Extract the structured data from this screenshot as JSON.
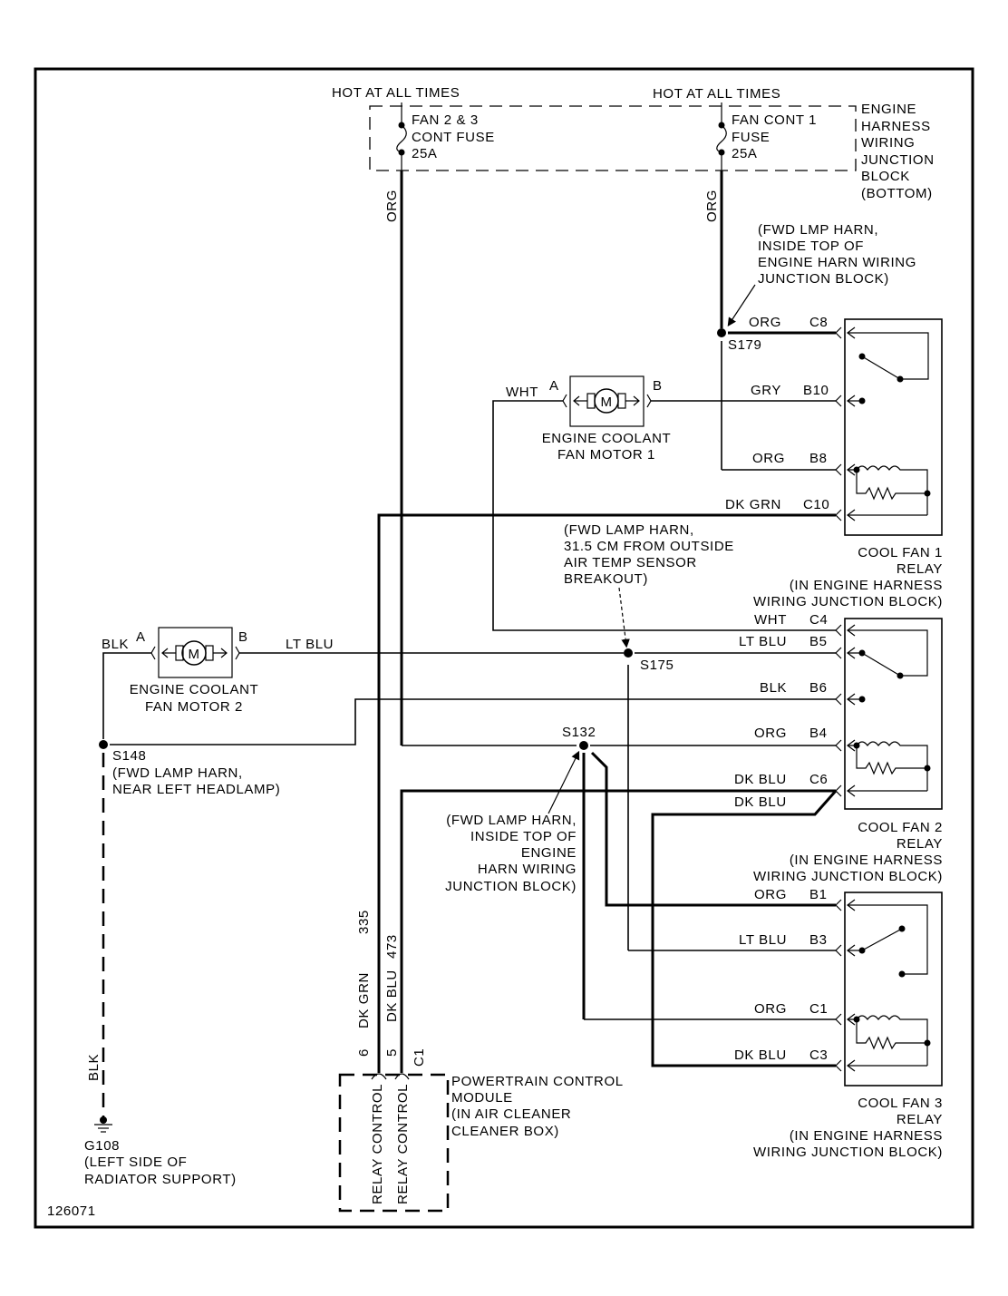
{
  "diagram": {
    "figure_id": "126071",
    "power": {
      "fuse_left": {
        "header": "HOT AT ALL TIMES",
        "label_lines": [
          "FAN 2 & 3",
          "CONT FUSE",
          "25A"
        ],
        "wire_color": "ORG"
      },
      "fuse_right": {
        "header": "HOT AT ALL TIMES",
        "label_lines": [
          "FAN CONT 1",
          "FUSE",
          "25A"
        ],
        "wire_color": "ORG"
      },
      "junction_block_lines": [
        "ENGINE",
        "HARNESS",
        "WIRING",
        "JUNCTION",
        "BLOCK",
        "(BOTTOM)"
      ]
    },
    "splices": {
      "s179": {
        "id": "S179",
        "note_lines": [
          "(FWD LMP HARN,",
          "INSIDE TOP OF",
          "ENGINE HARN WIRING",
          "JUNCTION BLOCK)"
        ]
      },
      "s175": {
        "id": "S175",
        "note_lines": [
          "(FWD LAMP HARN,",
          "31.5 CM FROM OUTSIDE",
          "AIR TEMP SENSOR",
          "BREAKOUT)"
        ]
      },
      "s132": {
        "id": "S132",
        "note_lines": [
          "(FWD LAMP HARN,",
          "INSIDE TOP OF",
          "ENGINE",
          "HARN WIRING",
          "JUNCTION BLOCK)"
        ]
      },
      "s148": {
        "id": "S148",
        "note_lines": [
          "(FWD LAMP HARN,",
          "NEAR LEFT HEADLAMP)"
        ]
      }
    },
    "motors": {
      "motor1": {
        "symbol": "M",
        "pin_a": "A",
        "pin_b": "B",
        "wire_a": "WHT",
        "name_lines": [
          "ENGINE COOLANT",
          "FAN MOTOR 1"
        ]
      },
      "motor2": {
        "symbol": "M",
        "pin_a": "A",
        "pin_b": "B",
        "wire_a": "BLK",
        "wire_b": "LT BLU",
        "name_lines": [
          "ENGINE COOLANT",
          "FAN MOTOR 2"
        ]
      }
    },
    "relays": {
      "relay1": {
        "pins": [
          {
            "color": "ORG",
            "pin": "C8"
          },
          {
            "color": "GRY",
            "pin": "B10"
          },
          {
            "color": "ORG",
            "pin": "B8"
          },
          {
            "color": "DK GRN",
            "pin": "C10"
          }
        ],
        "name_lines": [
          "COOL FAN 1",
          "RELAY",
          "(IN ENGINE HARNESS",
          "WIRING JUNCTION BLOCK)"
        ]
      },
      "relay2": {
        "pins": [
          {
            "color": "WHT",
            "pin": "C4"
          },
          {
            "color": "LT BLU",
            "pin": "B5"
          },
          {
            "color": "BLK",
            "pin": "B6"
          },
          {
            "color": "ORG",
            "pin": "B4"
          },
          {
            "color": "DK BLU",
            "pin": "C6"
          }
        ],
        "extra_wire": "DK BLU",
        "name_lines": [
          "COOL FAN 2",
          "RELAY",
          "(IN ENGINE HARNESS",
          "WIRING JUNCTION BLOCK)"
        ]
      },
      "relay3": {
        "pins": [
          {
            "color": "ORG",
            "pin": "B1"
          },
          {
            "color": "LT BLU",
            "pin": "B3"
          },
          {
            "color": "ORG",
            "pin": "C1"
          },
          {
            "color": "DK BLU",
            "pin": "C3"
          }
        ],
        "name_lines": [
          "COOL FAN 3",
          "RELAY",
          "(IN ENGINE HARNESS",
          "WIRING JUNCTION BLOCK)"
        ]
      }
    },
    "pcm": {
      "wire_6": {
        "pin": "6",
        "color": "DK GRN",
        "circuit": "335",
        "function": "RELAY CONTROL"
      },
      "wire_5": {
        "pin": "5",
        "color": "DK BLU",
        "circuit": "473",
        "function": "RELAY CONTROL"
      },
      "connector": "C1",
      "name_lines": [
        "POWERTRAIN CONTROL",
        "MODULE",
        "(IN AIR CLEANER",
        "CLEANER BOX)"
      ]
    },
    "ground": {
      "wire_color": "BLK",
      "id": "G108",
      "location_lines": [
        "(LEFT SIDE OF",
        "RADIATOR SUPPORT)"
      ]
    }
  }
}
